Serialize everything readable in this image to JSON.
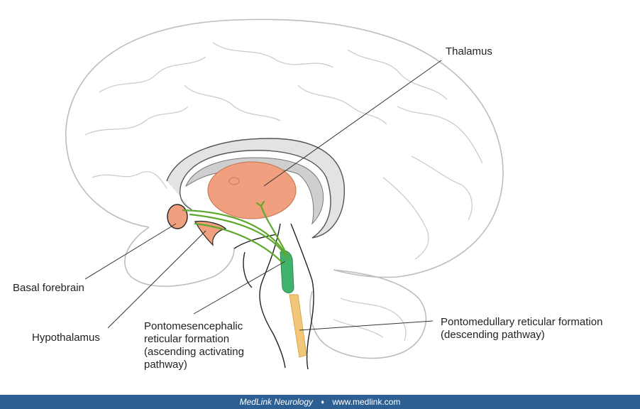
{
  "labels": {
    "thalamus": "Thalamus",
    "basal_forebrain": "Basal forebrain",
    "hypothalamus": "Hypothalamus",
    "pontomesencephalic": [
      "Pontomesencephalic",
      "reticular formation",
      "(ascending  activating",
      "pathway)"
    ],
    "pontomedullary": [
      "Pontomedullary reticular formation",
      "(descending pathway)"
    ]
  },
  "footer": {
    "brand": "MedLink Neurology",
    "separator": "♦",
    "url": "www.medlink.com"
  },
  "colors": {
    "outline": "#bdbdbd",
    "thalamus": "#f0a07e",
    "ascending_pathway": "#5fa82e",
    "pontomesencephalic_region": "#3fb36c",
    "pontomedullary_region": "#f2c77a",
    "footer_bar": "#2e5f92"
  }
}
